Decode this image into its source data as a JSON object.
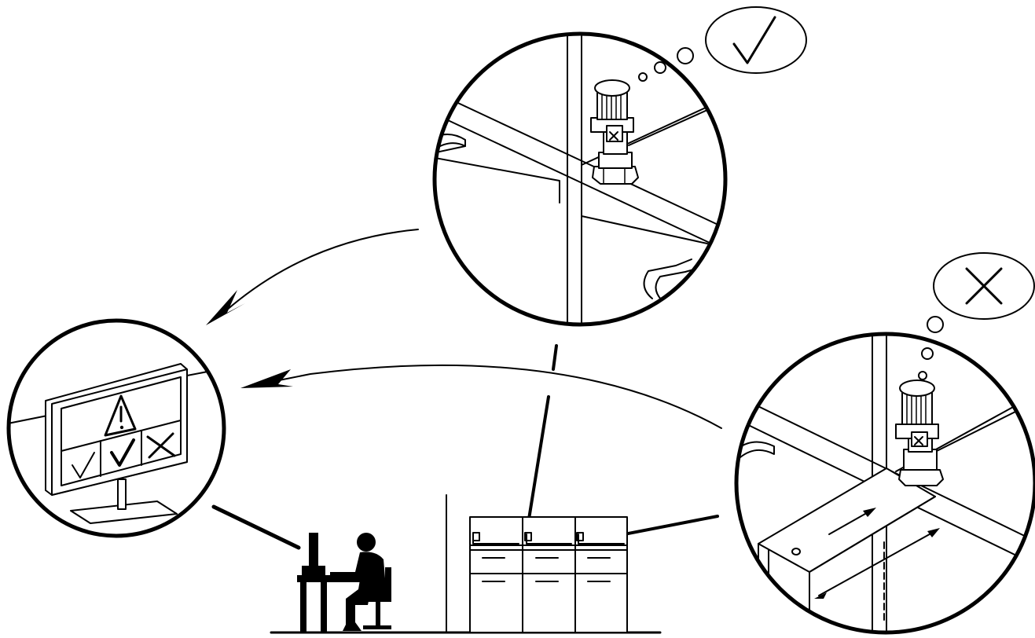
{
  "diagram": {
    "colors": {
      "line": "#000000",
      "background": "#ffffff"
    },
    "callouts": [
      {
        "id": "callout-ok",
        "thought_symbol": "check-mark",
        "state": "pin engaged"
      },
      {
        "id": "callout-error",
        "thought_symbol": "cross-mark",
        "state": "pin not engaged"
      },
      {
        "id": "callout-monitor",
        "icons": [
          "warning-triangle-icon",
          "check-mark-icon",
          "check-mark-bold-icon",
          "cross-mark-icon"
        ]
      }
    ],
    "figures": [
      "operator-at-workstation",
      "cabinet-row"
    ]
  }
}
